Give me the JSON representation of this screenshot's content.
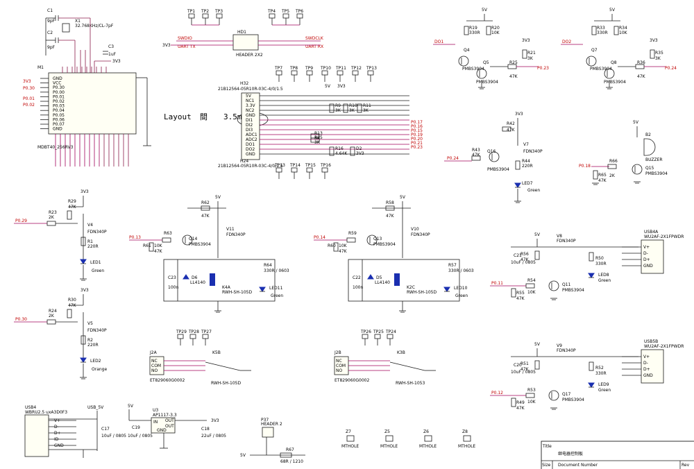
{
  "layout_note": {
    "prefix": "Layout",
    "glyph": "間",
    "value": "3.5m"
  },
  "power": {
    "v3": "3V3",
    "v5": "5V",
    "usb5v": "USB_5V"
  },
  "mcu": {
    "ref": "M1",
    "part": "MDBT40_256RV3",
    "crystal": {
      "ref": "X1",
      "part": "32.768KHz/CL-7pF"
    },
    "caps": [
      {
        "ref": "C1",
        "val": "9pF"
      },
      {
        "ref": "C2",
        "val": "9pF"
      },
      {
        "ref": "C3",
        "val": "1uF"
      }
    ],
    "left_pins": [
      "GND",
      "VCC",
      "P0.30",
      "P0.00",
      "P0.01",
      "P0.02",
      "P0.03",
      "P0.04",
      "P0.05",
      "P0.06",
      "P0.07",
      "GND"
    ],
    "left_nets": [
      "3V3",
      "P0.30",
      "P0.01",
      "P0.02"
    ]
  },
  "header1": {
    "ref": "HD1",
    "part": "HEADER 2X2",
    "nets": [
      "SWDIO",
      "UART TX",
      "SWDCLK",
      "UART RX"
    ],
    "tps": [
      "TP1",
      "TP2",
      "TP3",
      "TP4",
      "TP5",
      "TP6"
    ]
  },
  "connector": {
    "ref_top": "H32",
    "part_top": "21B12564-05R10R-03C-4/0/1.5",
    "ref_bot": "H24",
    "part_bot": "21B12564-05R10R-03C-4/0/1.5",
    "pins": [
      "5V",
      "NC1",
      "3.3V",
      "NC2",
      "GND",
      "DI1",
      "DI2",
      "DI3",
      "ADC1",
      "ADC2",
      "DO1",
      "DO2",
      "GND"
    ],
    "nets": [
      "P0.17",
      "P0.16",
      "P0.15",
      "P0.19",
      "P0.20",
      "P0.21",
      "P0.23"
    ],
    "res": [
      {
        "ref": "R9",
        "val": "3K"
      },
      {
        "ref": "R10",
        "val": "3K"
      },
      {
        "ref": "R11",
        "val": "3K"
      },
      {
        "ref": "R13",
        "val": "3K"
      },
      {
        "ref": "R15",
        "val": "3K"
      },
      {
        "ref": "R16",
        "val": "4.64K"
      },
      {
        "ref": "D2",
        "val": "3V3"
      }
    ],
    "tps_top": [
      "TP7",
      "TP8",
      "TP9",
      "TP10",
      "TP11",
      "TP12",
      "TP13"
    ],
    "tps_bot": [
      "TP13",
      "TP14",
      "TP15",
      "TP16"
    ]
  },
  "do_blocks": [
    {
      "net": "DO1",
      "q": "Q4",
      "qpart": "PMBS3904",
      "r_top": [
        {
          "ref": "R19",
          "val": "330R"
        },
        {
          "ref": "R20",
          "val": "10K"
        }
      ],
      "r_out": {
        "ref": "R21",
        "val": "3K"
      },
      "r_ser": {
        "ref": "R25",
        "val": "47K"
      },
      "q2": "Q5",
      "out": "P0.23"
    },
    {
      "net": "DO2",
      "q": "Q7",
      "qpart": "PMBS3904",
      "r_top": [
        {
          "ref": "R33",
          "val": "330R"
        },
        {
          "ref": "R34",
          "val": "10K"
        }
      ],
      "r_out": {
        "ref": "R35",
        "val": "3K"
      },
      "r_ser": {
        "ref": "R36",
        "val": "47K"
      },
      "q2": "Q8",
      "out": "P0.24"
    }
  ],
  "led7": {
    "net": "P0.24",
    "r1": {
      "ref": "R42",
      "val": "47K"
    },
    "r2": {
      "ref": "R43",
      "val": "47K"
    },
    "q": "Q16",
    "qpart": "PMBS3904",
    "fet": "V7",
    "fetpart": "FDN340P",
    "r3": {
      "ref": "R44",
      "val": "220R"
    },
    "led": "LED7",
    "color": "Green"
  },
  "buzzer": {
    "net": "P0.18",
    "r1": {
      "ref": "R66",
      "val": "2K"
    },
    "r2": {
      "ref": "R65",
      "val": "47K"
    },
    "q": "Q15",
    "qpart": "PMBS3904",
    "bz": "B2",
    "bzpart": "BUZZER"
  },
  "led_blocks": [
    {
      "net": "P0.29",
      "rg": {
        "ref": "R23",
        "val": "2K"
      },
      "rp": {
        "ref": "R29",
        "val": "47K"
      },
      "fet": "V4",
      "fetpart": "FDN340P",
      "r": {
        "ref": "R1",
        "val": "220R"
      },
      "led": "LED1",
      "color": "Green"
    },
    {
      "net": "P0.30",
      "rg": {
        "ref": "R24",
        "val": "2K"
      },
      "rp": {
        "ref": "R30",
        "val": "47K"
      },
      "fet": "V5",
      "fetpart": "FDN340P",
      "r": {
        "ref": "R2",
        "val": "220R"
      },
      "led": "LED2",
      "color": "Orange"
    }
  ],
  "relay_blocks": [
    {
      "net": "P0.13",
      "rb": {
        "ref": "R63",
        "val": "10K"
      },
      "rp": {
        "ref": "R62",
        "val": "47K"
      },
      "rd": {
        "ref": "R61",
        "val": "47K"
      },
      "q": "Q14",
      "qpart": "PMBS3904",
      "fet": "V11",
      "fetpart": "FDN340P",
      "cap": {
        "ref": "C23",
        "val": "100n"
      },
      "diode": {
        "ref": "D6",
        "val": "LL4140"
      },
      "k": "K4A",
      "kpart": "RWH-SH-105D",
      "rl": {
        "ref": "R64",
        "val": "330R / 0603"
      },
      "led": "LED11",
      "color": "Green",
      "j": "J2A",
      "jpart": "ET829060G0002",
      "jpins": [
        "NC",
        "COM",
        "NO"
      ],
      "tps": [
        "TP29",
        "TP28",
        "TP27"
      ],
      "k2": "K5B",
      "k2part": "RWH-SH-105D"
    },
    {
      "net": "P0.14",
      "rb": {
        "ref": "R59",
        "val": "10K"
      },
      "rp": {
        "ref": "R58",
        "val": "47K"
      },
      "rd": {
        "ref": "R60",
        "val": "47K"
      },
      "q": "Q13",
      "qpart": "PMBS3904",
      "fet": "V10",
      "fetpart": "FDN340P",
      "cap": {
        "ref": "C22",
        "val": "100n"
      },
      "diode": {
        "ref": "D5",
        "val": "LL4140"
      },
      "k": "K2C",
      "kpart": "RWH-SH-105D",
      "rl": {
        "ref": "R57",
        "val": "330R / 0603"
      },
      "led": "LED10",
      "color": "Green",
      "j": "J2B",
      "jpart": "ET829060G0002",
      "jpins": [
        "NC",
        "COM",
        "NO"
      ],
      "tps": [
        "TP26",
        "TP25",
        "TP24"
      ],
      "k2": "K3B",
      "k2part": "RWH-SH-1053"
    }
  ],
  "usb_blocks": [
    {
      "net": "P0.11",
      "cap": {
        "ref": "C21",
        "val": "10uF / 0805"
      },
      "rp": {
        "ref": "R56",
        "val": "47K"
      },
      "rb": {
        "ref": "R54",
        "val": "10K"
      },
      "rd": {
        "ref": "R55",
        "val": "47K"
      },
      "fet": "V8",
      "fetpart": "FDN340P",
      "q": "Q11",
      "qpart": "PMBS3904",
      "r_led": {
        "ref": "R50",
        "val": "330R"
      },
      "led": "LED8",
      "color": "Green",
      "conn": "USB4A",
      "connpart": "WU2AF-2X1FPWDR",
      "pins": [
        "V+",
        "D-",
        "D+",
        "GND"
      ]
    },
    {
      "net": "P0.12",
      "cap": {
        "ref": "C20",
        "val": "10uF / 0805"
      },
      "rp": {
        "ref": "R51",
        "val": "47K"
      },
      "rb": {
        "ref": "R53",
        "val": "10K"
      },
      "rd": {
        "ref": "R49",
        "val": "47K"
      },
      "fet": "V9",
      "fetpart": "FDN340P",
      "q": "Q17",
      "qpart": "PMBS3904",
      "r_led": {
        "ref": "R52",
        "val": "330R"
      },
      "led": "LED9",
      "color": "Green",
      "conn": "USB5B",
      "connpart": "WU2AF-2X1FPWDR",
      "pins": [
        "V+",
        "D-",
        "D+",
        "GND"
      ]
    }
  ],
  "usb_in": {
    "ref": "USB4",
    "part": "WBRU2.5 uxA3D0F3",
    "pins": [
      "V+",
      "D-",
      "D+",
      "ID",
      "GND"
    ],
    "cap": {
      "ref": "C17",
      "val": "10uF / 0805"
    }
  },
  "reg": {
    "ref": "U3",
    "part": "AP1117-3.3",
    "pins": [
      "IN",
      "OUT",
      "OUT",
      "GND"
    ],
    "cin": {
      "ref": "C19",
      "val": "10uF / 0805"
    },
    "cout": {
      "ref": "C18",
      "val": "22uF / 0805"
    }
  },
  "header2": {
    "ref": "P37",
    "part": "HEADER 2",
    "r": {
      "ref": "R67",
      "val": "68R / 1210"
    }
  },
  "mounts": [
    {
      "ref": "Z7",
      "part": "MTHOLE"
    },
    {
      "ref": "Z5",
      "part": "MTHOLE"
    },
    {
      "ref": "Z6",
      "part": "MTHOLE"
    },
    {
      "ref": "Z8",
      "part": "MTHOLE"
    }
  ],
  "title_block": {
    "title": "Title",
    "title_val": "继电器控制板",
    "size": "Size",
    "docnum": "Document Number",
    "rev": "Rev"
  }
}
